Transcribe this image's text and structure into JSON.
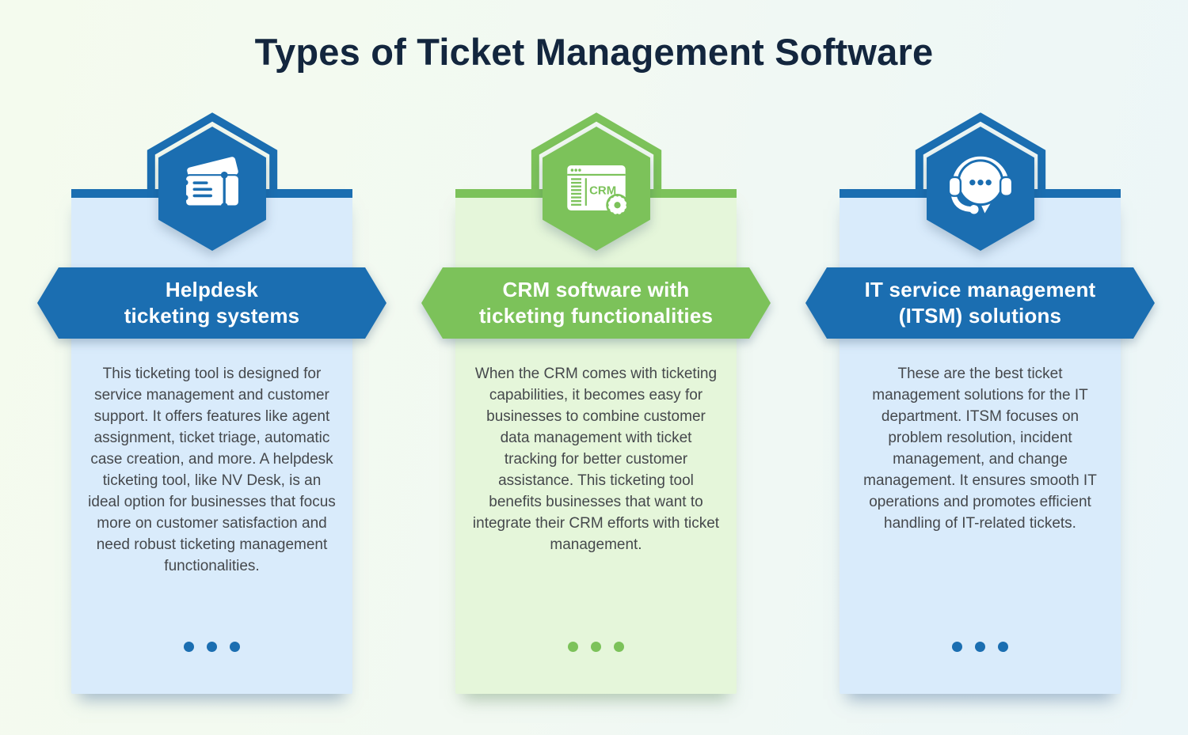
{
  "page": {
    "title": "Types of Ticket Management Software"
  },
  "colors": {
    "blue_accent": "#1b6eb1",
    "green_accent": "#7cc25a",
    "card_blue_bg": "#d9ebfb",
    "card_green_bg": "#e5f6da",
    "title_text": "#13263e",
    "body_text": "#45484c",
    "banner_text": "#ffffff",
    "page_bg": "#f2f9f2"
  },
  "columns": [
    {
      "theme": "blue",
      "icon": "ticket-icon",
      "banner": {
        "line1": "Helpdesk",
        "line2": "ticketing systems"
      },
      "description": "This ticketing tool is designed for service management and customer support. It offers features like agent assignment, ticket triage, automatic case creation, and more. A helpdesk ticketing tool, like NV Desk, is an ideal option for businesses that focus more on customer satisfaction and need robust ticketing management functionalities."
    },
    {
      "theme": "green",
      "icon": "crm-window-icon",
      "icon_label": "CRM",
      "banner": {
        "line1": "CRM software with",
        "line2": "ticketing functionalities"
      },
      "description": "When the CRM comes with ticketing capabilities, it becomes easy for businesses to combine customer data management with ticket tracking for better customer assistance. This ticketing tool benefits businesses that want to integrate their CRM efforts with ticket management."
    },
    {
      "theme": "blue",
      "icon": "support-headset-icon",
      "banner": {
        "line1": "IT service management",
        "line2": "(ITSM) solutions"
      },
      "description": "These are the best ticket management solutions for the IT department. ITSM focuses on problem resolution, incident management, and change management. It ensures smooth IT operations and promotes efficient handling of IT-related tickets."
    }
  ]
}
